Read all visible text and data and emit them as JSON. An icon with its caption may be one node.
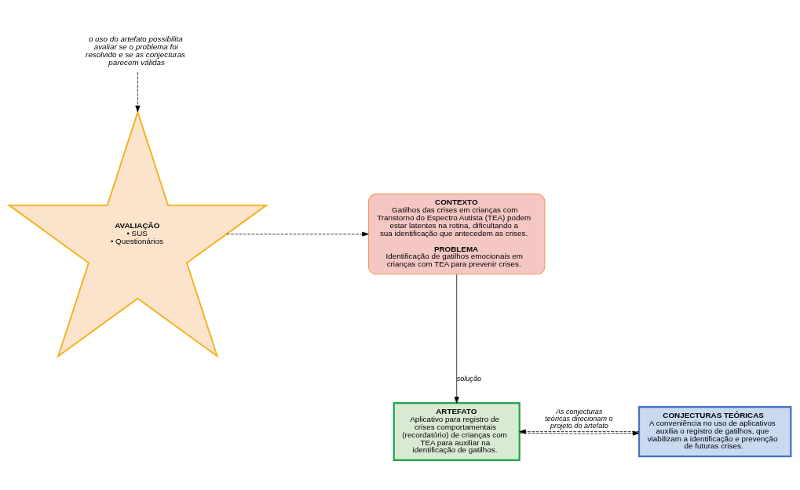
{
  "diagram": {
    "nodes": [
      {
        "text": [
          "CONTEXTO",
          "Gatilhos das crises em crianças com Transtorno do Espectro Autista (TEA) podem estar latentes na rotina, dificultando a sua identificação que antecedem as crises.",
          "PROBLEMA",
          "Identificação de gatilhos emocionais em crianças com TEA para prevenir crises."
        ]
      },
      {
        "text": [
          "AVALIAÇÃO",
          "• SUS",
          "• Questionários"
        ]
      },
      {
        "text": [
          "o uso do artefato possibilita avaliar se o problema foi resolvido e se as conjecturas parecem válidas"
        ]
      },
      {
        "text": [
          "ARTEFATO",
          "Aplicativo para registro de crises comportamentais (recordatório) de crianças com TEA para auxiliar na identificação de gatilhos."
        ]
      },
      {
        "text": [
          "CONJECTURAS TEÓRICAS",
          "A conveniência no uso de aplicativos auxilia o registro de gatilhos, que viabilizam a identificação e prevenção de futuras crises."
        ]
      }
    ],
    "edges": [
      {
        "from": 1,
        "to": 0,
        "arrow": "to",
        "style": "dashed"
      },
      {
        "from": 0,
        "to": 3,
        "arrow": "to",
        "label": "solução"
      },
      {
        "from": 2,
        "to": 1,
        "arrow": "to",
        "style": "dashed"
      },
      {
        "from": 3,
        "to": 4,
        "arrow": "to",
        "style": "dashed"
      },
      {
        "from": 4,
        "to": 3,
        "arrow": "to",
        "style": "dashed",
        "label": "As conjecturas teóricas direcionam o projeto do artefato"
      }
    ]
  }
}
